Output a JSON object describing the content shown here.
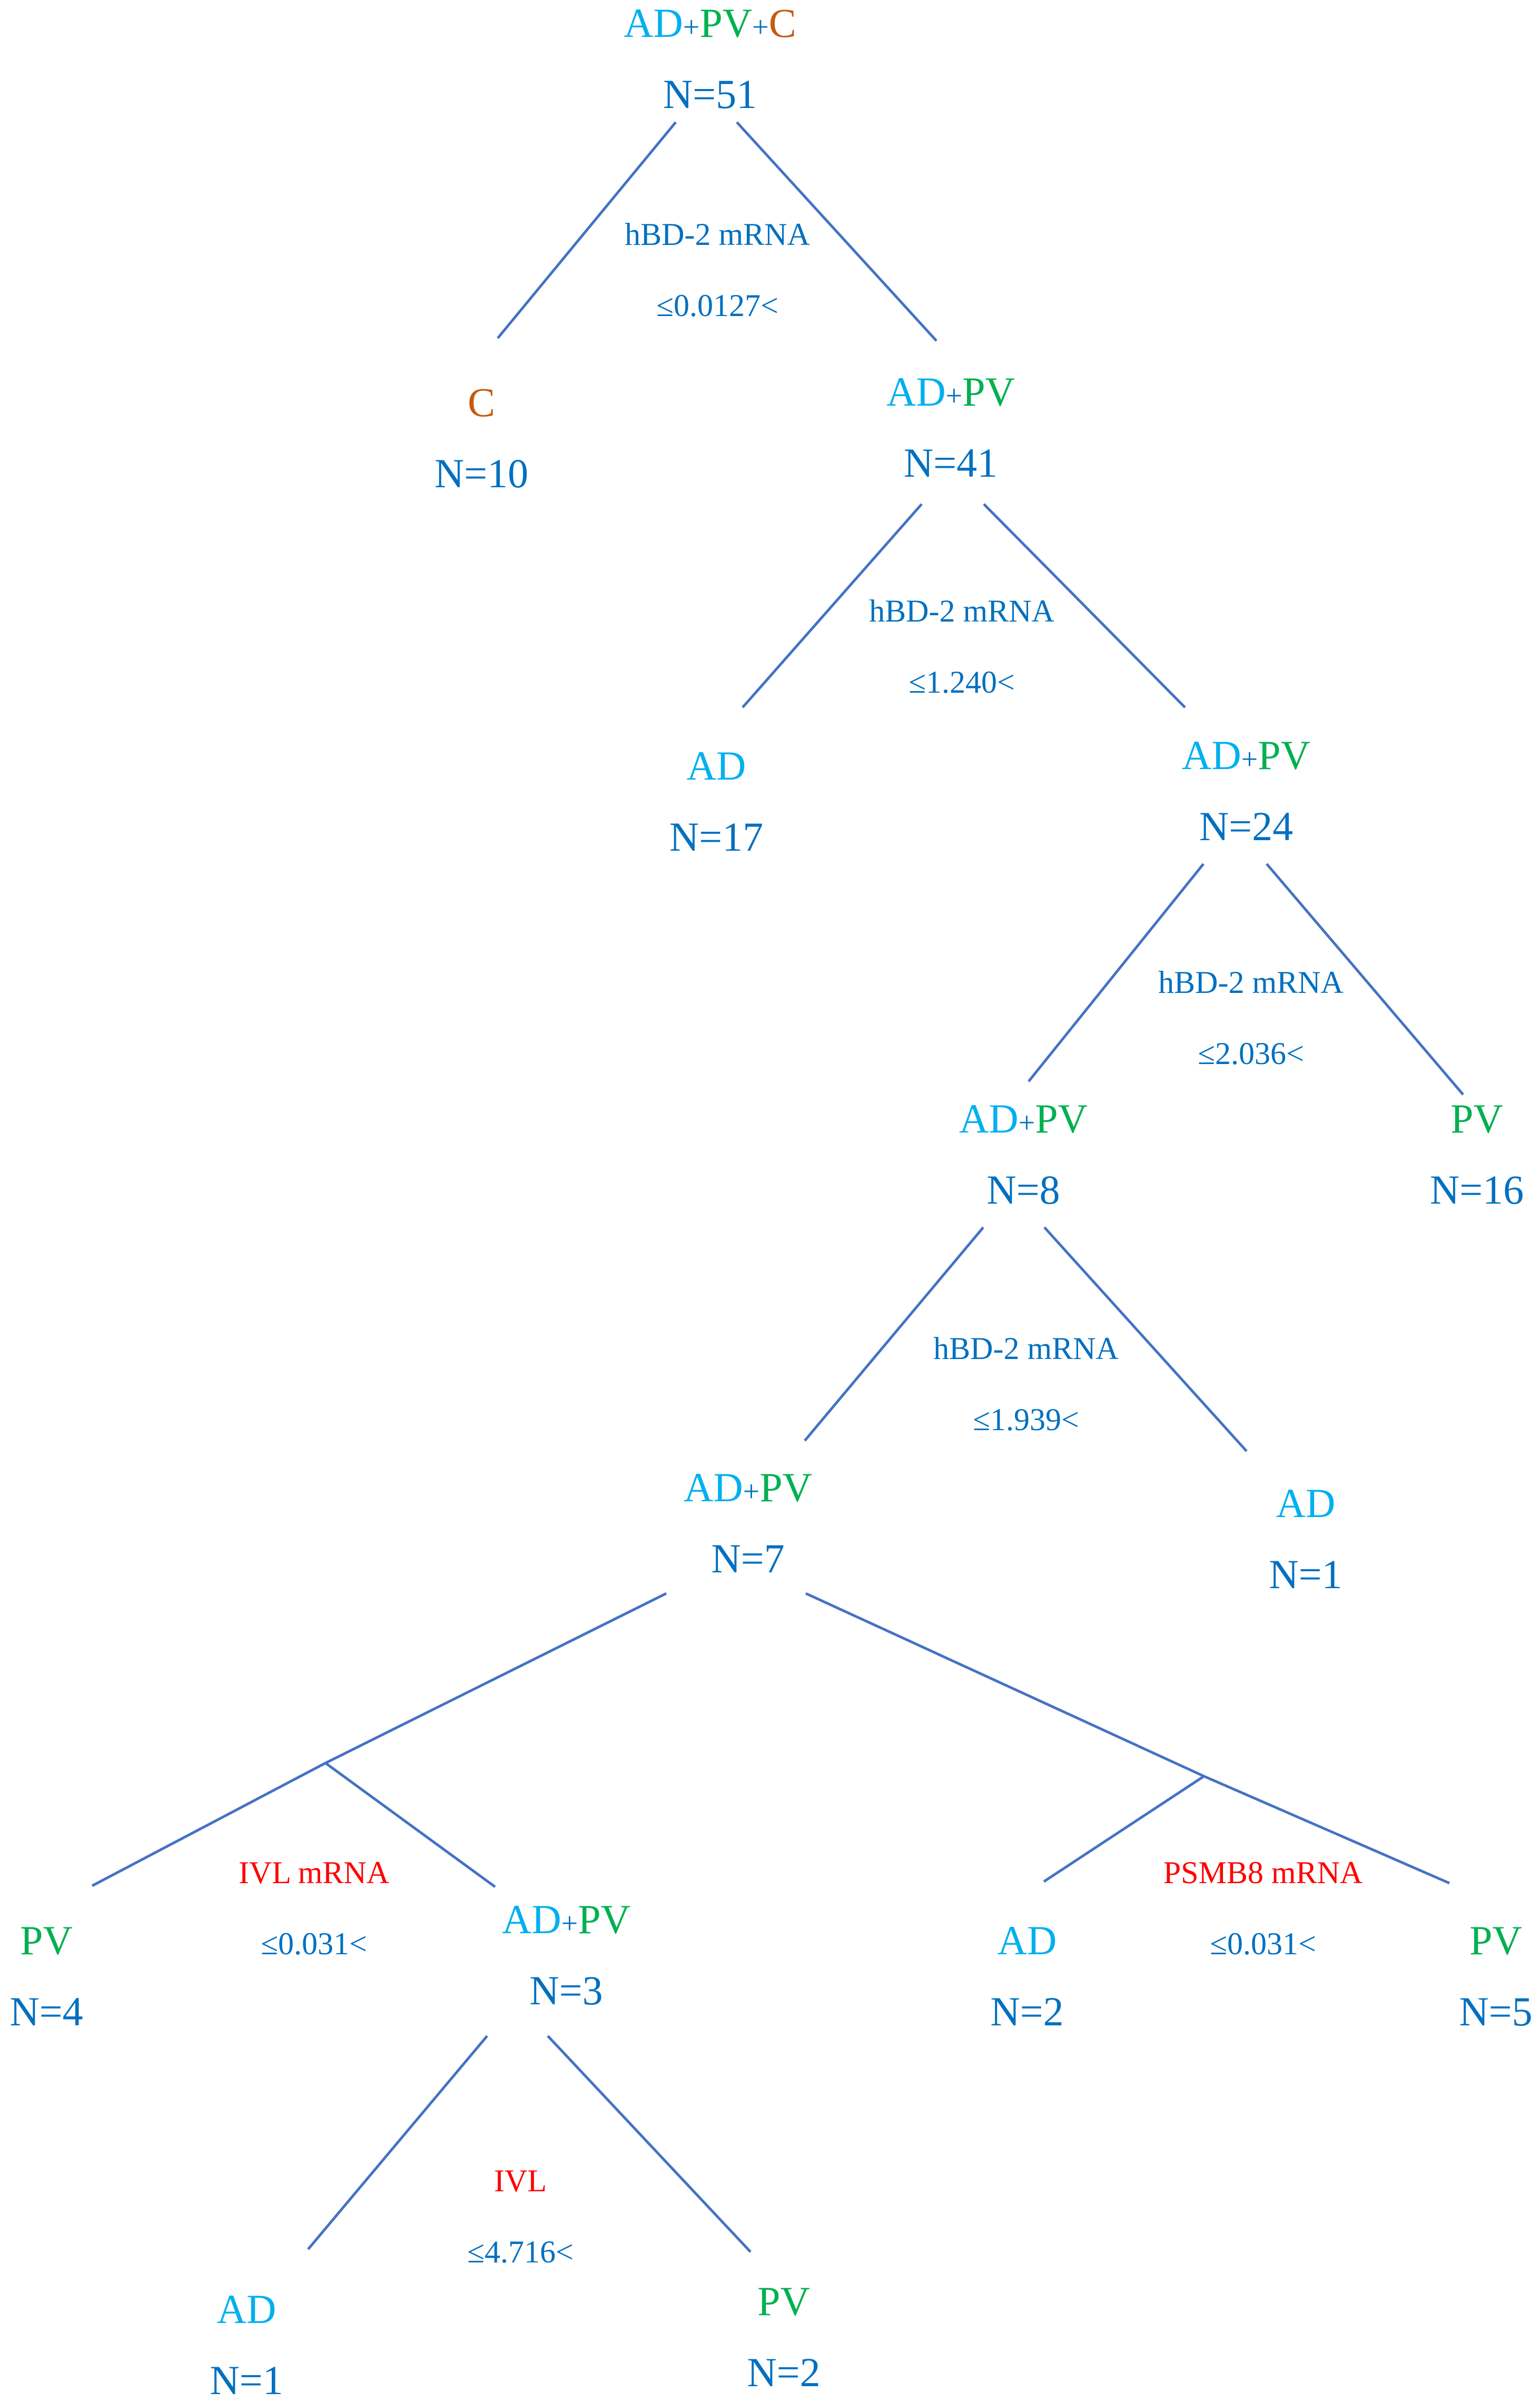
{
  "colors": {
    "AD": "#00B0F0",
    "PV": "#00B050",
    "C": "#C55A11",
    "count": "#0070C0",
    "split_marker_red": "#FF0000",
    "split_marker_blue": "#0070C0",
    "threshold": "#0070C0",
    "edge": "#4472C4"
  },
  "nodes": [
    {
      "id": "n0",
      "label": [
        {
          "t": "AD",
          "c": "AD"
        },
        {
          "t": "+",
          "c": "count"
        },
        {
          "t": "PV",
          "c": "PV"
        },
        {
          "t": "+",
          "c": "count"
        },
        {
          "t": "C",
          "c": "C"
        }
      ],
      "count": "N=51"
    },
    {
      "id": "n1",
      "label": [
        {
          "t": "C",
          "c": "C"
        }
      ],
      "count": "N=10"
    },
    {
      "id": "n2",
      "label": [
        {
          "t": "AD",
          "c": "AD"
        },
        {
          "t": "+",
          "c": "count"
        },
        {
          "t": "PV",
          "c": "PV"
        }
      ],
      "count": "N=41"
    },
    {
      "id": "n3",
      "label": [
        {
          "t": "AD",
          "c": "AD"
        }
      ],
      "count": "N=17"
    },
    {
      "id": "n4",
      "label": [
        {
          "t": "AD",
          "c": "AD"
        },
        {
          "t": "+",
          "c": "count"
        },
        {
          "t": "PV",
          "c": "PV"
        }
      ],
      "count": "N=24"
    },
    {
      "id": "n5",
      "label": [
        {
          "t": "AD",
          "c": "AD"
        },
        {
          "t": "+",
          "c": "count"
        },
        {
          "t": "PV",
          "c": "PV"
        }
      ],
      "count": "N=8"
    },
    {
      "id": "n6",
      "label": [
        {
          "t": "PV",
          "c": "PV"
        }
      ],
      "count": "N=16"
    },
    {
      "id": "n7",
      "label": [
        {
          "t": "AD",
          "c": "AD"
        },
        {
          "t": "+",
          "c": "count"
        },
        {
          "t": "PV",
          "c": "PV"
        }
      ],
      "count": "N=7"
    },
    {
      "id": "n8",
      "label": [
        {
          "t": "AD",
          "c": "AD"
        }
      ],
      "count": "N=1"
    },
    {
      "id": "n9",
      "label": [
        {
          "t": "PV",
          "c": "PV"
        }
      ],
      "count": "N=4"
    },
    {
      "id": "n10",
      "label": [
        {
          "t": "AD",
          "c": "AD"
        },
        {
          "t": "+",
          "c": "count"
        },
        {
          "t": "PV",
          "c": "PV"
        }
      ],
      "count": "N=3"
    },
    {
      "id": "n11",
      "label": [
        {
          "t": "AD",
          "c": "AD"
        }
      ],
      "count": "N=2"
    },
    {
      "id": "n12",
      "label": [
        {
          "t": "PV",
          "c": "PV"
        }
      ],
      "count": "N=5"
    },
    {
      "id": "n13",
      "label": [
        {
          "t": "AD",
          "c": "AD"
        }
      ],
      "count": "N=1"
    },
    {
      "id": "n14",
      "label": [
        {
          "t": "PV",
          "c": "PV"
        }
      ],
      "count": "N=2"
    }
  ],
  "splits": [
    {
      "id": "s0",
      "marker": "hBD-2 mRNA",
      "marker_color": "split_marker_blue",
      "threshold": "≤0.0127<"
    },
    {
      "id": "s1",
      "marker": "hBD-2 mRNA",
      "marker_color": "split_marker_blue",
      "threshold": "≤1.240<"
    },
    {
      "id": "s2",
      "marker": "hBD-2 mRNA",
      "marker_color": "split_marker_blue",
      "threshold": "≤2.036<"
    },
    {
      "id": "s3",
      "marker": "hBD-2 mRNA",
      "marker_color": "split_marker_blue",
      "threshold": "≤1.939<"
    },
    {
      "id": "s4",
      "marker": "IVL mRNA",
      "marker_color": "split_marker_red",
      "threshold": "≤0.031<"
    },
    {
      "id": "s5",
      "marker": "PSMB8 mRNA",
      "marker_color": "split_marker_red",
      "threshold": "≤0.031<"
    },
    {
      "id": "s6",
      "marker": "IVL",
      "marker_color": "split_marker_red",
      "threshold": "≤4.716<"
    }
  ]
}
